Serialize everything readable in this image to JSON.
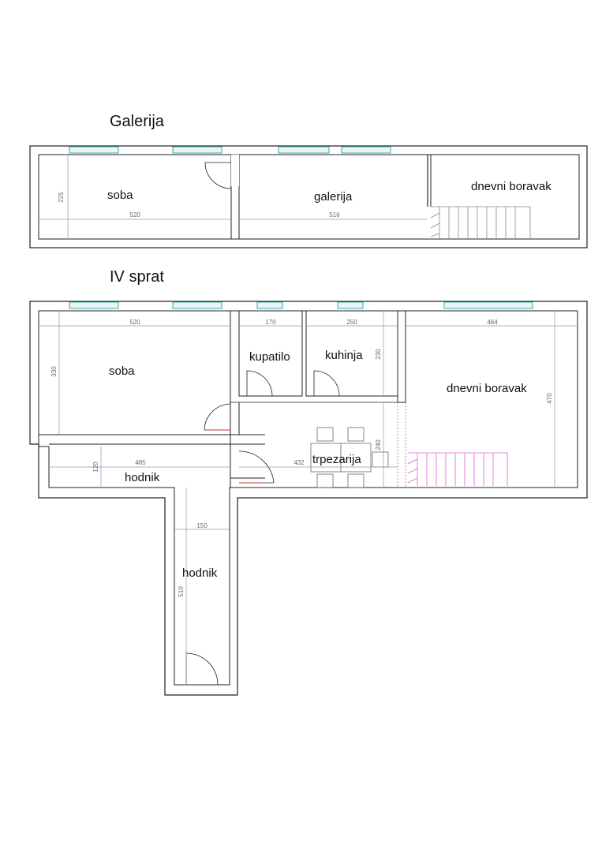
{
  "sections": {
    "galerija_title": "Galerija",
    "iv_sprat_title": "IV sprat"
  },
  "galerija": {
    "rooms": {
      "soba": "soba",
      "galerija": "galerija",
      "dnevni_boravak": "dnevni boravak"
    },
    "dims": {
      "soba_height": "225",
      "soba_width": "520",
      "galerija_width": "516"
    }
  },
  "iv_sprat": {
    "rooms": {
      "soba": "soba",
      "kupatilo": "kupatilo",
      "kuhinja": "kuhinja",
      "dnevni_boravak": "dnevni boravak",
      "hodnik_1": "hodnik",
      "trpezarija": "trpezarija",
      "hodnik_2": "hodnik"
    },
    "dims": {
      "soba_width": "520",
      "soba_height": "330",
      "kupatilo_width": "170",
      "kuhinja_width": "250",
      "kuhinja_height": "230",
      "boravak_width": "464",
      "boravak_height": "470",
      "hodnik_width": "485",
      "hodnik_height": "120",
      "trpezarija_width": "432",
      "trpezarija_height": "240",
      "hodnik2_width": "150",
      "hodnik2_height": "510"
    }
  },
  "colors": {
    "wall": "#222222",
    "dimension": "#8a9bb0",
    "window": "#3aa6a0",
    "stair_gallery": "#999999",
    "stair_floor": "#e060d0",
    "door_red": "#c23a3a"
  }
}
